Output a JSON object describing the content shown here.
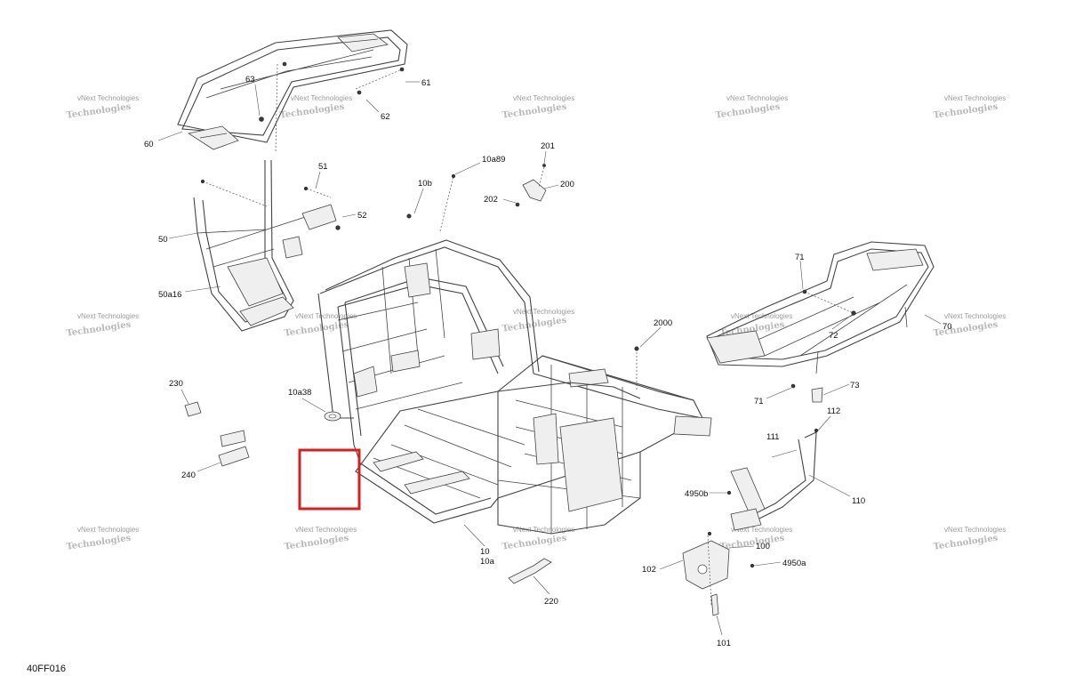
{
  "diagram": {
    "code": "40FF016",
    "watermark": {
      "line1": "vNext",
      "line2": "Technologies",
      "sub": "vNext Technologies"
    },
    "highlight_color": "#d42020",
    "labels": {
      "l61": "61",
      "l62": "62",
      "l63": "63",
      "l60": "60",
      "l51": "51",
      "l52": "52",
      "l50": "50",
      "l50a16": "50a16",
      "l10a89": "10a89",
      "l10b": "10b",
      "l201": "201",
      "l200": "200",
      "l202": "202",
      "l71a": "71",
      "l72": "72",
      "l70": "70",
      "l71b": "71",
      "l73": "73",
      "l2000": "2000",
      "l230": "230",
      "l240": "240",
      "l10a38": "10a38",
      "l112": "112",
      "l111": "111",
      "l110": "110",
      "l4950b": "4950b",
      "l100": "100",
      "l4950a": "4950a",
      "l102": "102",
      "l101": "101",
      "l220": "220",
      "l10": "10",
      "l10a": "10a"
    }
  }
}
